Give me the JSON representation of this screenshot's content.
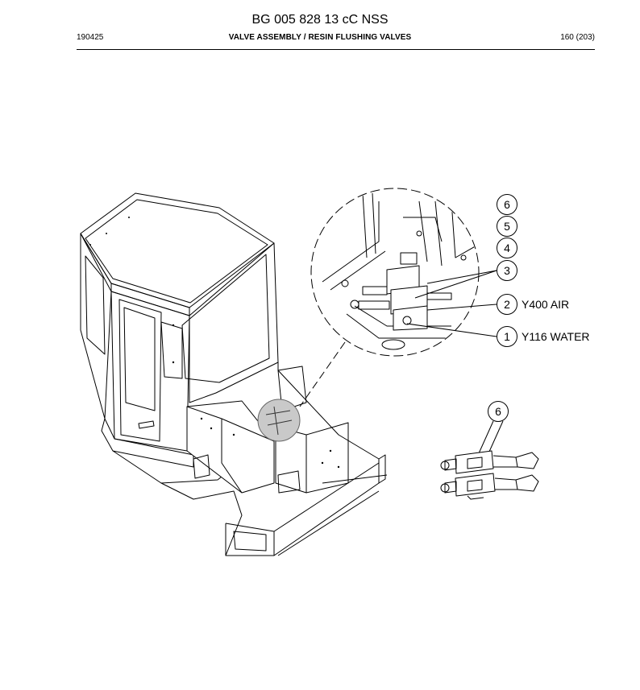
{
  "document": {
    "title": "BG 005 828 13 cC NSS",
    "date": "190425",
    "section_title": "VALVE ASSEMBLY / RESIN FLUSHING VALVES",
    "page": "160 (203)"
  },
  "callouts": [
    {
      "number": "6",
      "label": ""
    },
    {
      "number": "5",
      "label": ""
    },
    {
      "number": "4",
      "label": ""
    },
    {
      "number": "3",
      "label": ""
    },
    {
      "number": "2",
      "label": "Y400 AIR"
    },
    {
      "number": "1",
      "label": "Y116 WATER"
    }
  ],
  "detail_callout": {
    "number": "6"
  }
}
